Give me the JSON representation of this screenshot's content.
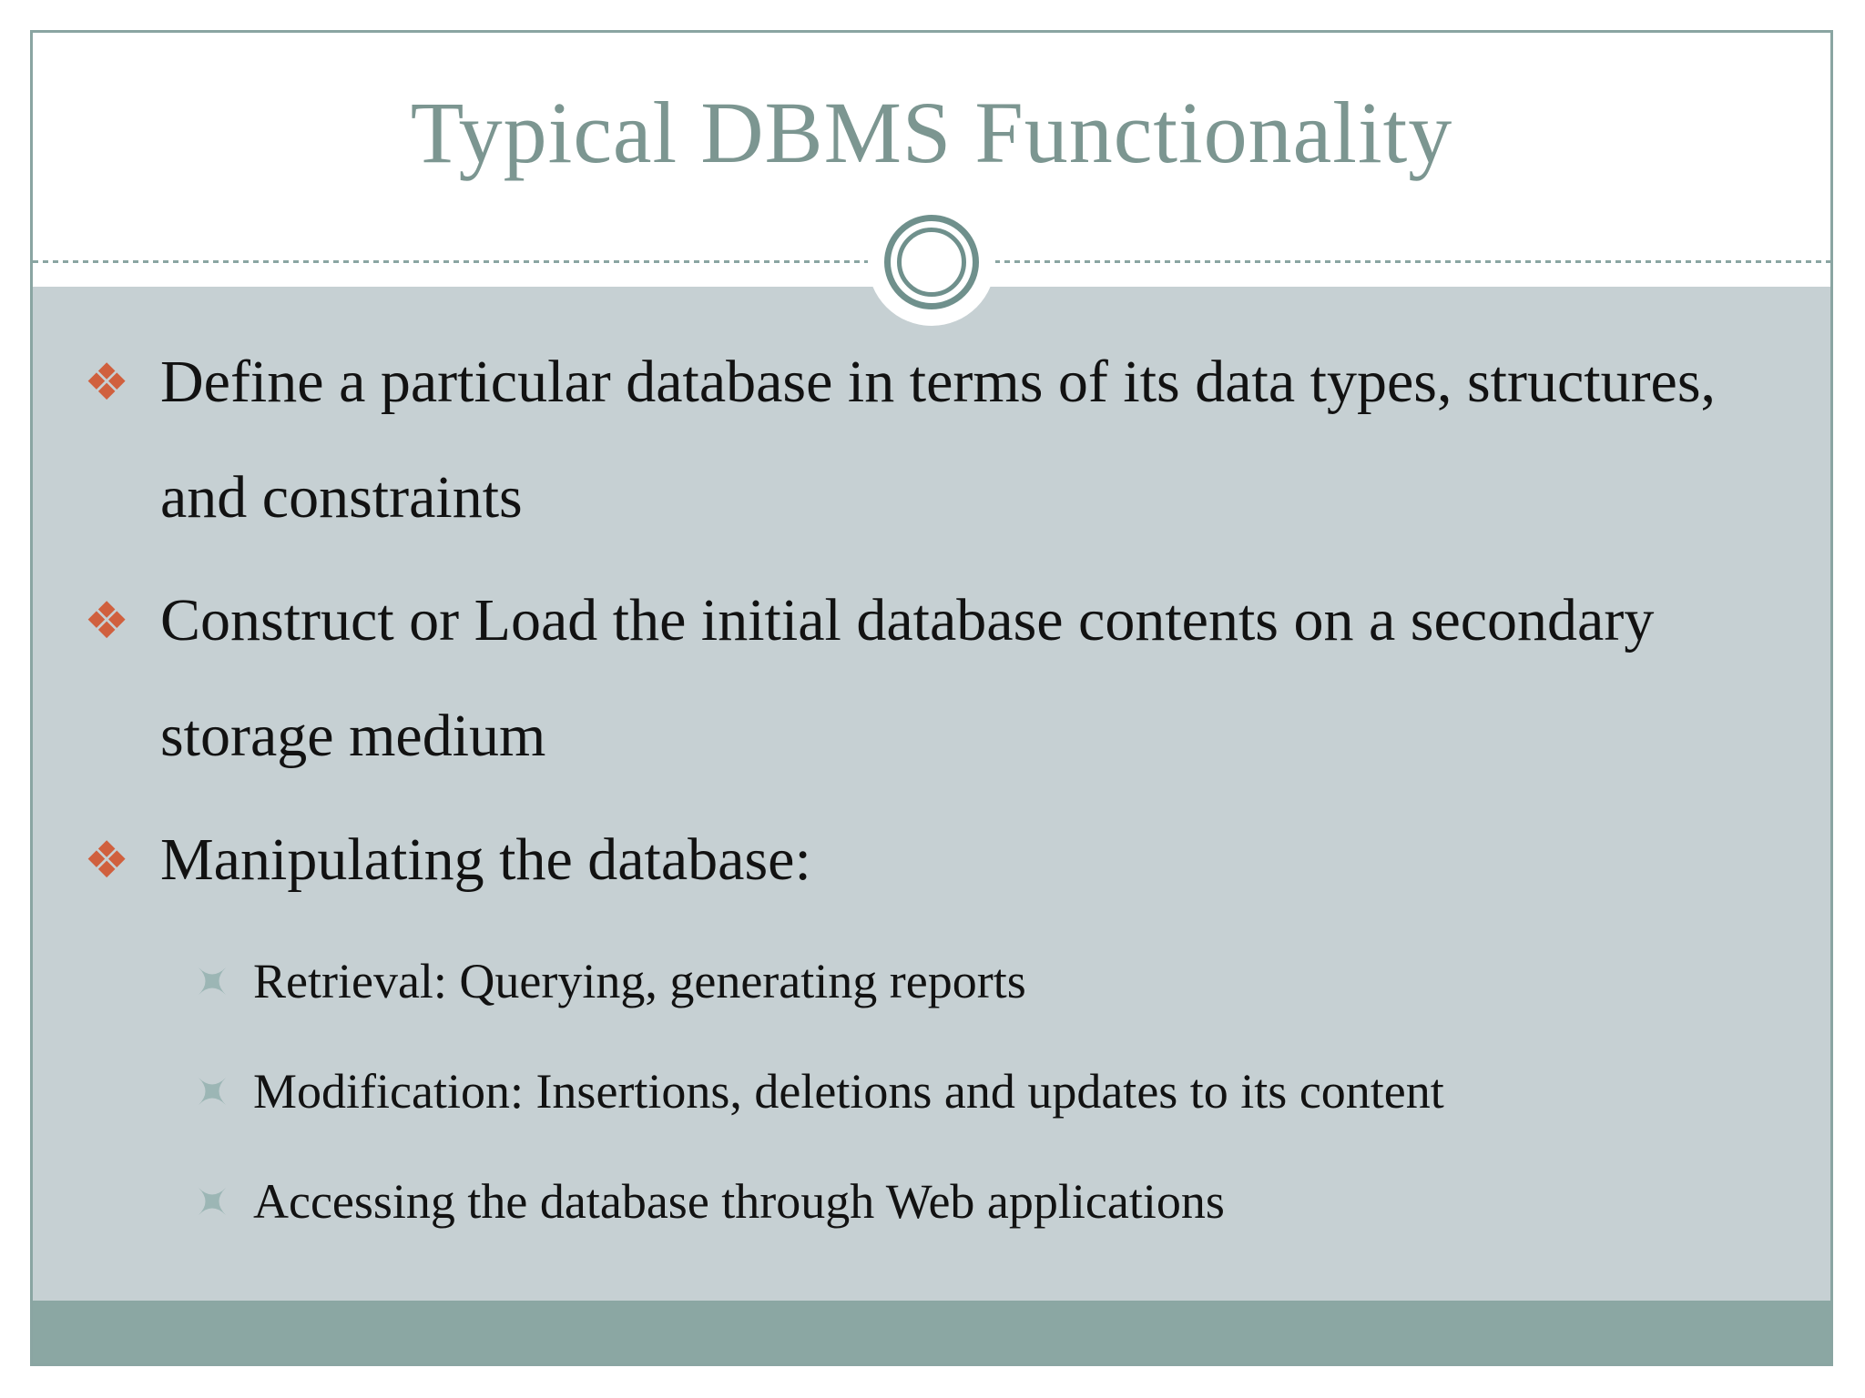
{
  "slide": {
    "title": "Typical DBMS Functionality",
    "markers": {
      "main": "❖"
    },
    "bullets": [
      {
        "text": " Define a particular database in terms of its data types, structures, and constraints"
      },
      {
        "text": "Construct or Load the initial database contents on a secondary storage medium"
      },
      {
        "text": "Manipulating the database:"
      }
    ],
    "sub_bullets": [
      "Retrieval: Querying, generating reports",
      "Modification: Insertions, deletions and updates to its content",
      "Accessing the database through Web applications"
    ]
  },
  "icons": {
    "main_bullet": "four-diamonds-icon",
    "sub_bullet": "concave-star-icon",
    "ornament": "double-ring-circle-icon"
  },
  "colors": {
    "accent": "#d0603e",
    "title_color": "#7c9691",
    "body_bg": "#c6d0d3",
    "footer_bg": "#8ba7a3",
    "ring": "#6f908c",
    "border": "#8aa5a2",
    "sub_marker": "#9cb6b5",
    "text": "#121212"
  }
}
